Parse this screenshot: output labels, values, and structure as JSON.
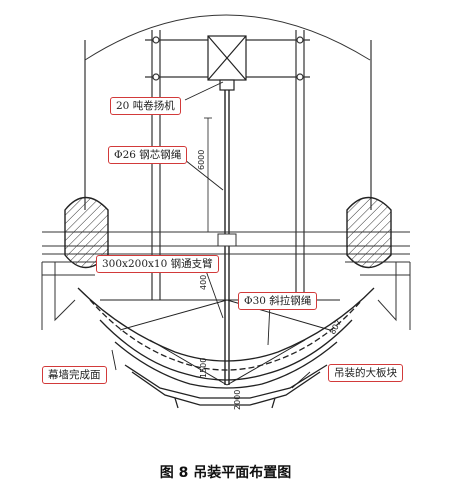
{
  "labels": {
    "hoist": "20 吨卷扬机",
    "wire_rope": "Φ26 钢芯钢绳",
    "arm": "300x200x10 钢通支臂",
    "stay_rope": "Φ30 斜拉钢绳",
    "curtain_face": "幕墙完成面",
    "panel": "吊装的大板块"
  },
  "dimensions": {
    "d6000": "6000",
    "d400": "400",
    "d1500": "1500",
    "d2000": "2000",
    "d807": "807"
  },
  "caption": "图 8 吊装平面布置图",
  "colors": {
    "callout_border": "#d23a3a",
    "line": "#222222"
  }
}
